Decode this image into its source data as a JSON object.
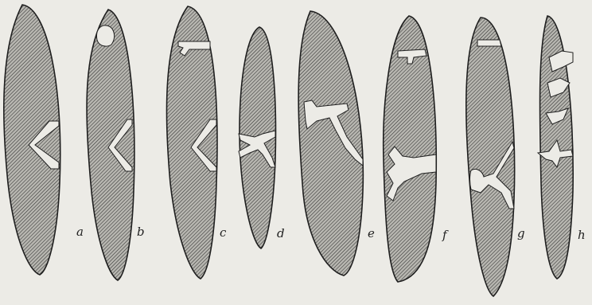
{
  "figure": {
    "labels": [
      "a",
      "b",
      "c",
      "d",
      "e",
      "f",
      "g",
      "h"
    ]
  }
}
